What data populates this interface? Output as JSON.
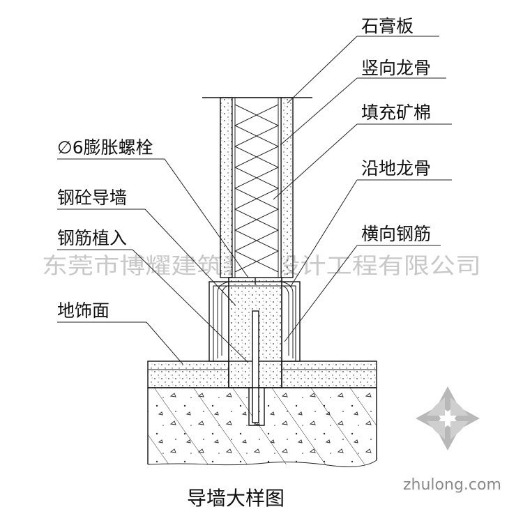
{
  "labels": {
    "gypsum_board": "石膏板",
    "vertical_keel": "竖向龙骨",
    "mineral_wool": "填充矿棉",
    "floor_keel": "沿地龙骨",
    "expansion_bolt": "∅6膨胀螺栓",
    "concrete_guide_wall": "钢砼导墙",
    "rebar_implant": "钢筋植入",
    "horizontal_rebar": "横向钢筋",
    "floor_finish": "地饰面"
  },
  "title": "导墙大样图",
  "watermark": "东莞市博耀建筑装饰设计工程有限公司",
  "logo": {
    "text": "zhulong.com",
    "color": "#9a9a9a"
  }
}
